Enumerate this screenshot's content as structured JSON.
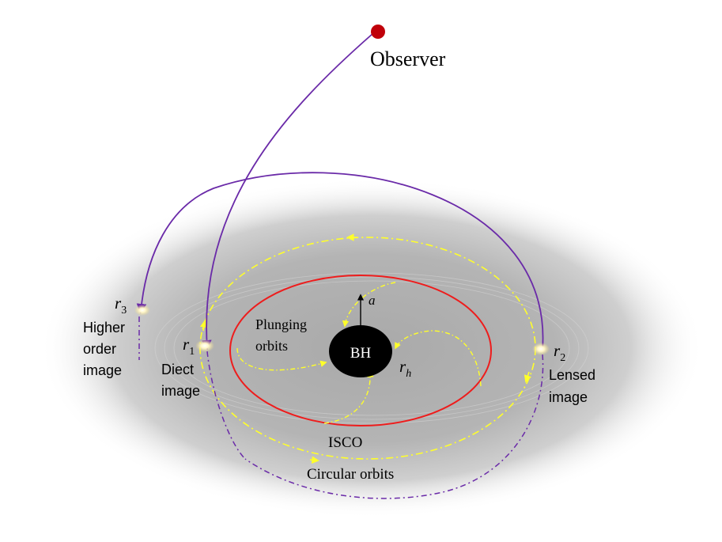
{
  "labels": {
    "observer": "Observer",
    "bh": "BH",
    "spin": "a",
    "horizon_main": "r",
    "horizon_sub": "h",
    "isco": "ISCO",
    "circular_orbits": "Circular orbits",
    "plunging_line1": "Plunging",
    "plunging_line2": "orbits",
    "r1_main": "r",
    "r1_sub": "1",
    "r2_main": "r",
    "r2_sub": "2",
    "r3_main": "r",
    "r3_sub": "3",
    "direct_line1": "Diect",
    "direct_line2": "image",
    "lensed_line1": "Lensed",
    "lensed_line2": "image",
    "higher_line1": "Higher",
    "higher_line2": "order",
    "higher_line3": "image"
  },
  "colors": {
    "observer_dot": "#c0000a",
    "isco_ring": "#ee1c1c",
    "orbit_dash": "#ffff2a",
    "photon_path": "#6a2aa8",
    "black_hole": "#000000",
    "hot_spot": "#fff2b0"
  }
}
